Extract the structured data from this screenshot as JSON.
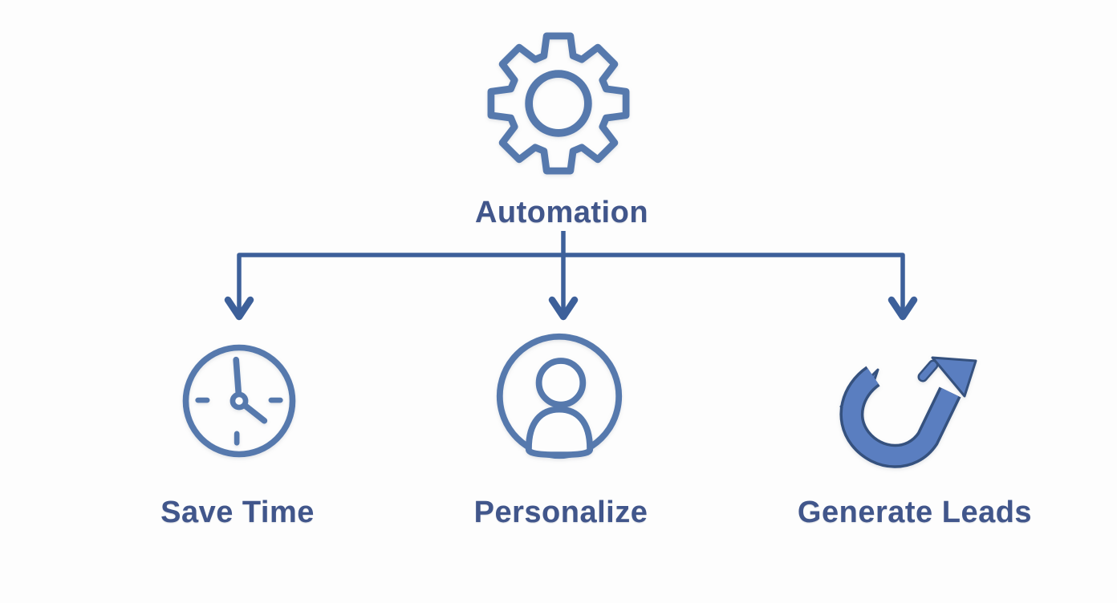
{
  "diagram": {
    "root": {
      "label": "Automation",
      "icon": "gear"
    },
    "children": [
      {
        "label": "Save Time",
        "icon": "clock"
      },
      {
        "label": "Personalize",
        "icon": "person"
      },
      {
        "label": "Generate Leads",
        "icon": "growth-arrow"
      }
    ]
  },
  "colors": {
    "background": "#fdfdfd",
    "icon-stroke": "#5679ad",
    "connector": "#3d609a",
    "label-text": "#41568b",
    "arrow-fill": "#5a7ec0",
    "arrow-outline": "#35517e"
  }
}
